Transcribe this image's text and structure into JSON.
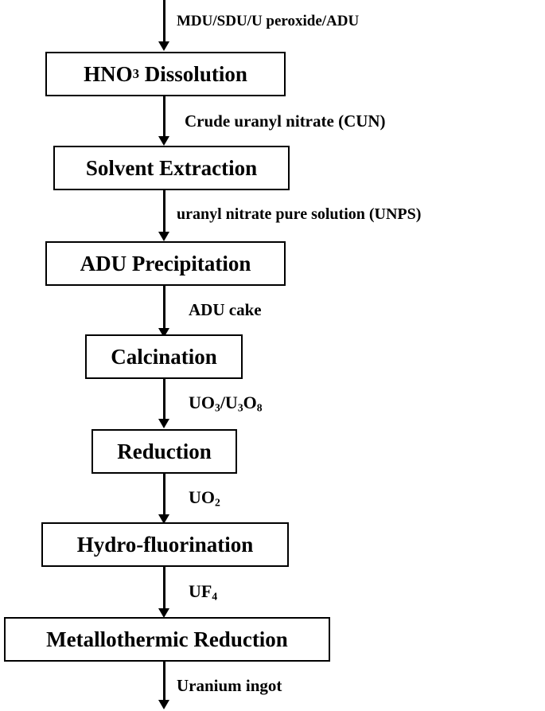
{
  "input_label": "MDU/SDU/U peroxide/ADU",
  "steps": [
    {
      "name": "HNO",
      "sub": "3",
      "rest": " Dissolution"
    },
    {
      "name": "Solvent Extraction"
    },
    {
      "name": "ADU Precipitation"
    },
    {
      "name": "Calcination"
    },
    {
      "name": "Reduction"
    },
    {
      "name": "Hydro-fluorination"
    },
    {
      "name": "Metallothermic Reduction"
    }
  ],
  "intermediates": [
    {
      "text": "Crude uranyl nitrate (CUN)"
    },
    {
      "text": "uranyl nitrate pure solution (UNPS)"
    },
    {
      "text": "ADU cake"
    },
    {
      "parts": [
        "UO",
        "3",
        "/U",
        "3",
        "O",
        "8"
      ]
    },
    {
      "parts": [
        "UO",
        "2"
      ]
    },
    {
      "parts": [
        "UF",
        "4"
      ]
    }
  ],
  "output_label": "Uranium ingot"
}
